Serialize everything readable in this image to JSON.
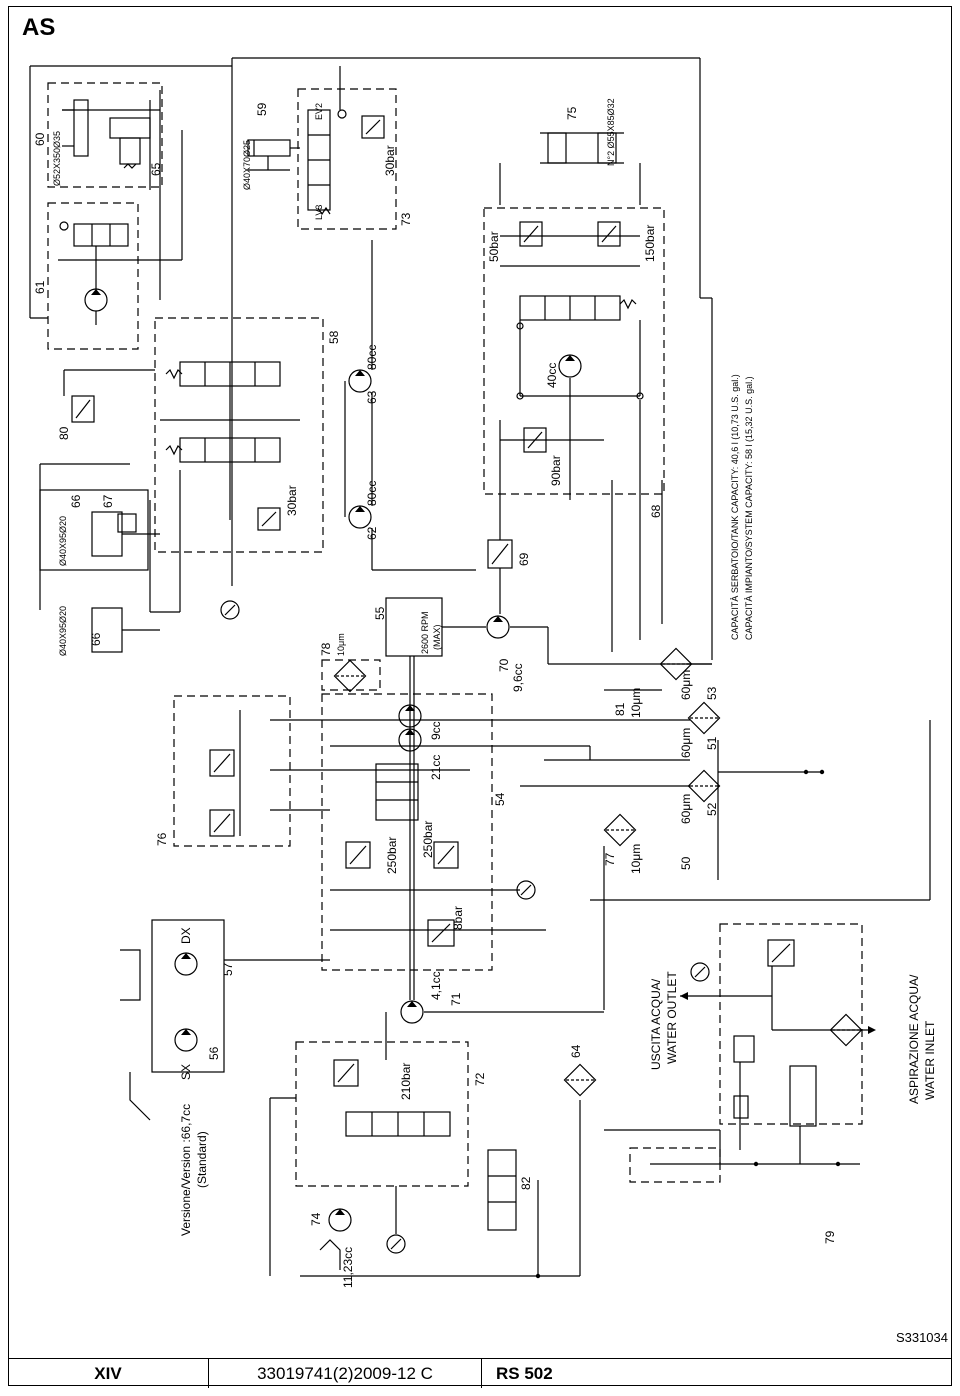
{
  "sheet": {
    "label": "AS",
    "code": "S331034"
  },
  "footer": {
    "page": "XIV",
    "doc": "33019741(2)2009-12 C",
    "model": "RS 502"
  },
  "components": {
    "c60": "60",
    "c60spec": "Ø52X350Ø35",
    "c65": "65",
    "c61": "61",
    "c59": "59",
    "c59spec": "Ø40X70Ø25",
    "ev2": "EV2",
    "lv3": "LV3",
    "bar30a": "30bar",
    "c73": "73",
    "c75": "75",
    "c75spec": "N°2 Ø55X85Ø32",
    "bar50": "50bar",
    "bar150": "150bar",
    "cc40": "40cc",
    "bar90": "90bar",
    "c68": "68",
    "c58": "58",
    "cc80a": "80cc",
    "c63": "63",
    "cc80b": "80cc",
    "c62": "62",
    "bar30b": "30bar",
    "c80": "80",
    "c66a": "66",
    "c66b": "66",
    "c67": "67",
    "spec70": "Ø40X95Ø20",
    "c55": "55",
    "rpm": "2600 RPM",
    "max": "(MAX)",
    "c78": "78",
    "um10a": "10μm",
    "c69": "69",
    "c70": "70",
    "cc96": "9,6cc",
    "c76": "76",
    "c54": "54",
    "cc9": "9cc",
    "cc21": "21cc",
    "bar250a": "250bar",
    "bar250b": "250bar",
    "bar8": "8bar",
    "c81": "81",
    "um10b": "10μm",
    "um60a": "60μm",
    "c53": "53",
    "um60b": "60μm",
    "c51": "51",
    "um60c": "60μm",
    "c52": "52",
    "c77": "77",
    "um10c": "10μm",
    "c50": "50",
    "tank1": "CAPACITÀ SERBATOIO/TANK CAPACITY: 40,6 l (10,73 U.S. gal.)",
    "tank2": "CAPACITÀ IMPIANTO/SYSTEM CAPACITY: 58 l (15,32 U.S. gal.)",
    "c57": "57",
    "dx": "DX",
    "c56": "56",
    "sx": "SX",
    "version1": "Versione/Version :66,7cc",
    "version2": "(Standard)",
    "cc41": "4,1cc",
    "c71": "71",
    "c72": "72",
    "bar210": "210bar",
    "c74": "74",
    "cc123": "11,23cc",
    "c82": "82",
    "c64": "64",
    "outlet1": "USCITA ACQUA/",
    "outlet2": "WATER OUTLET",
    "inlet1": "ASPIRAZIONE ACQUA/",
    "inlet2": "WATER INLET",
    "c79": "79"
  }
}
